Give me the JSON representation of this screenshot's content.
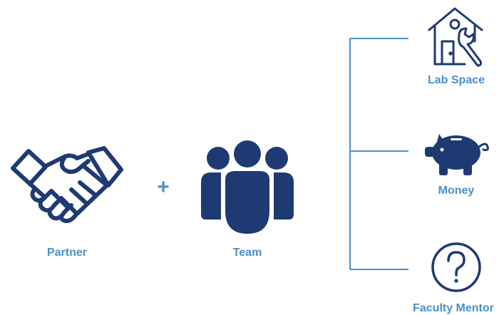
{
  "diagram": {
    "partner": {
      "label": "Partner",
      "icon": "handshake-icon"
    },
    "operator": "+",
    "team": {
      "label": "Team",
      "icon": "team-icon"
    },
    "resources": [
      {
        "label": "Lab Space",
        "icon": "house-wrench-icon"
      },
      {
        "label": "Money",
        "icon": "piggy-bank-icon"
      },
      {
        "label": "Faculty Mentor",
        "icon": "question-circle-icon"
      }
    ]
  },
  "colors": {
    "icon_dark": "#1f3a73",
    "accent_blue": "#4a90c9",
    "background": "#ffffff"
  }
}
